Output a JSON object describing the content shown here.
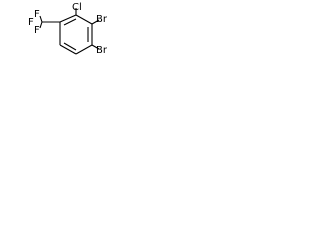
{
  "structure": {
    "substituents": {
      "chlorine": "Cl",
      "bromine_upper": "Br",
      "bromine_lower": "Br",
      "trifluoromethyl": "F",
      "fluorine_1": "F",
      "fluorine_2": "F",
      "fluorine_3": "F"
    },
    "colors": {
      "bonds": "#000000",
      "labels": "#000000",
      "background": "#ffffff"
    }
  }
}
